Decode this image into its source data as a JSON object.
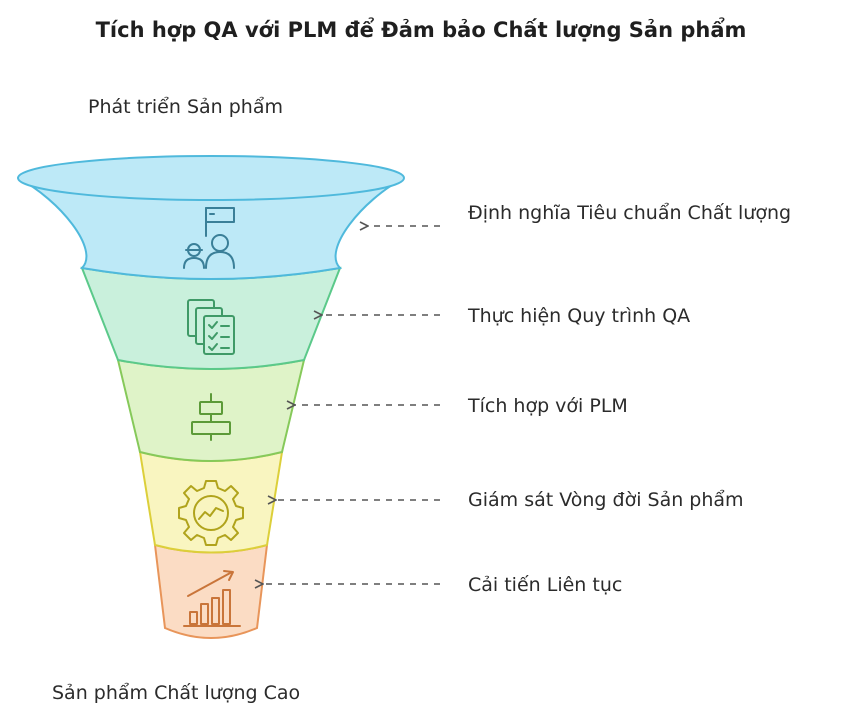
{
  "title": "Tích hợp QA với PLM để Đảm bảo Chất lượng Sản phẩm",
  "top_label": "Phát triển Sản phẩm",
  "bottom_label": "Sản phẩm Chất lượng Cao",
  "stages": [
    {
      "label": "Định nghĩa Tiêu chuẩn Chất lượng",
      "icon": "team-flag-icon",
      "fill": "#bde9f7",
      "stroke": "#4fb9dc"
    },
    {
      "label": "Thực hiện Quy trình QA",
      "icon": "checklist-icon",
      "fill": "#c9f0dc",
      "stroke": "#5bc98a"
    },
    {
      "label": "Tích hợp với PLM",
      "icon": "align-center-icon",
      "fill": "#dff3c8",
      "stroke": "#86c95a"
    },
    {
      "label": "Giám sát Vòng đời Sản phẩm",
      "icon": "gear-chart-icon",
      "fill": "#f9f5c0",
      "stroke": "#dccf3a"
    },
    {
      "label": "Cải tiến Liên tục",
      "icon": "growth-chart-icon",
      "fill": "#fbdcc4",
      "stroke": "#e8955a"
    }
  ]
}
